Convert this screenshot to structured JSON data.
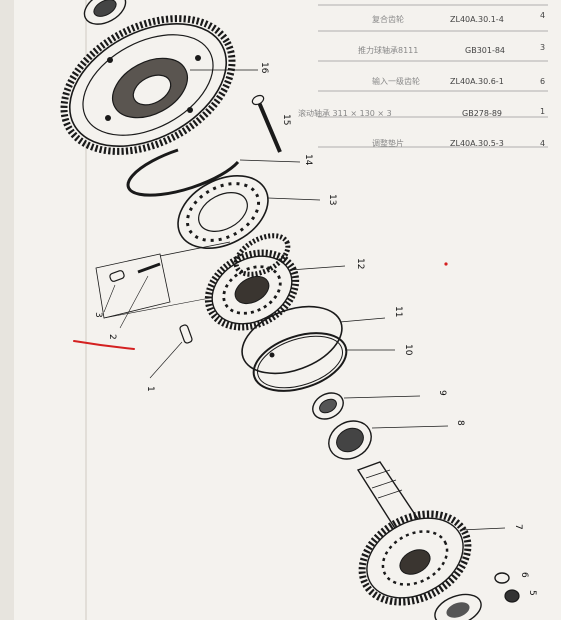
{
  "part_labels": [
    {
      "id": "1",
      "text": "1"
    },
    {
      "id": "2",
      "text": "2"
    },
    {
      "id": "3",
      "text": "3"
    },
    {
      "id": "5",
      "text": "5"
    },
    {
      "id": "6",
      "text": "6"
    },
    {
      "id": "7",
      "text": "7"
    },
    {
      "id": "8",
      "text": "8"
    },
    {
      "id": "9",
      "text": "9"
    },
    {
      "id": "10",
      "text": "10"
    },
    {
      "id": "11",
      "text": "11"
    },
    {
      "id": "12",
      "text": "12"
    },
    {
      "id": "13",
      "text": "13"
    },
    {
      "id": "14",
      "text": "14"
    },
    {
      "id": "15",
      "text": "15"
    },
    {
      "id": "16",
      "text": "16"
    }
  ],
  "parts_table": {
    "rows": [
      {
        "no": "4",
        "code": "ZL40A.30.1-4",
        "name": "复合齿轮"
      },
      {
        "no": "3",
        "code": "GB301-84",
        "name": "推力球轴承8111"
      },
      {
        "no": "6",
        "code": "ZL40A.30.6-1",
        "name": "输入一级齿轮"
      },
      {
        "no": "1",
        "code": "GB278-89",
        "name": "滚动轴承 311 × 130 × 3"
      },
      {
        "no": "4",
        "code": "ZL40A.30.5-3",
        "name": "调整垫片"
      }
    ]
  },
  "colors": {
    "ink": "#1a1a1a",
    "paper": "#f4f2ee",
    "annotation_red": "#d42020"
  }
}
